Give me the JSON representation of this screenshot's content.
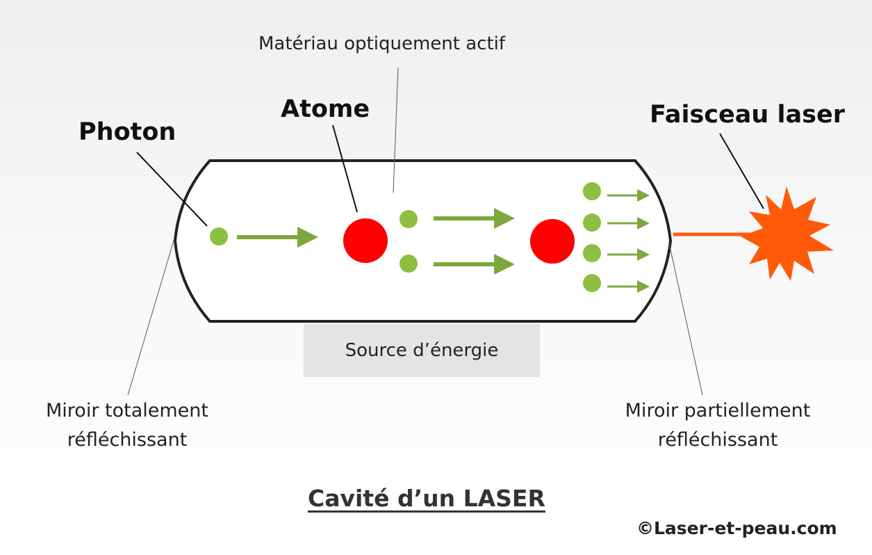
{
  "labels": {
    "materiau": "Matériau optiquement actif",
    "atome": "Atome",
    "photon": "Photon",
    "faisceau": "Faisceau laser",
    "source": "Source d’énergie",
    "miroir_total": [
      "Miroir totalement",
      "réfléchissant"
    ],
    "miroir_partiel": [
      "Miroir partiellement",
      "réfléchissant"
    ]
  },
  "title": "Cavité d’un LASER",
  "copyright": "©Laser-et-peau.com",
  "colors": {
    "photon": "#8cbf3f",
    "atom": "#ff0000",
    "arrow": "#7ea83e",
    "beam": "#ff5a0a",
    "outline": "#222222",
    "source_box": "#e4e4e4"
  }
}
